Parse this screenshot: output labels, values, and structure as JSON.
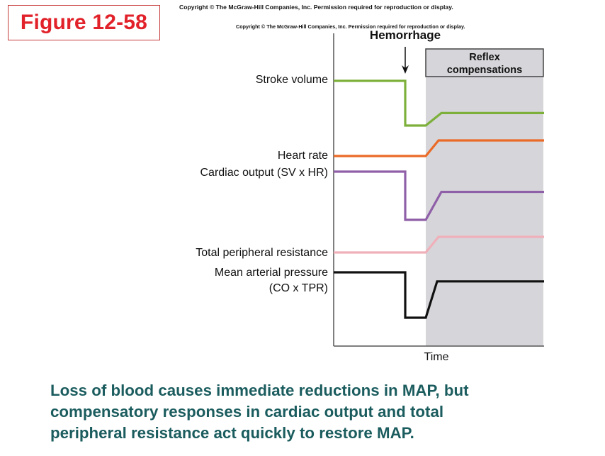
{
  "figure_label": "Figure 12-58",
  "copyright_top": "Copyright © The McGraw-Hill Companies, Inc. Permission required for reproduction or display.",
  "copyright_inner": "Copyright © The McGraw-Hill Companies, Inc. Permission required for reproduction or display.",
  "caption": [
    "Loss of blood causes immediate reductions in MAP, but",
    "compensatory responses in cardiac output and total",
    "peripheral resistance act quickly to restore MAP."
  ],
  "colors": {
    "figure_label": "#e2222a",
    "caption": "#1b5c5e",
    "compensation_shade": "#d6d6da"
  },
  "chart_data": {
    "type": "line",
    "xlabel": "Time",
    "events": [
      {
        "label": "Hemorrhage",
        "type": "arrow"
      },
      {
        "label": "Reflex compensations",
        "type": "shaded-region"
      }
    ],
    "series": [
      {
        "name": "Stroke volume",
        "color": "#7db03b",
        "phases": {
          "before": 1.0,
          "hemorrhage": 0.0,
          "compensated": 0.28
        }
      },
      {
        "name": "Heart rate",
        "color": "#ea6a27",
        "phases": {
          "before": 0.0,
          "hemorrhage": 0.0,
          "compensated": 1.0
        }
      },
      {
        "name": "Cardiac output (SV x HR)",
        "color": "#8f5fa8",
        "phases": {
          "before": 1.0,
          "hemorrhage": 0.0,
          "compensated": 0.58
        }
      },
      {
        "name": "Total peripheral resistance",
        "color": "#efb0ba",
        "phases": {
          "before": 0.0,
          "hemorrhage": 0.0,
          "compensated": 1.0
        }
      },
      {
        "name": "Mean arterial pressure\n(CO x TPR)",
        "color": "#111111",
        "phases": {
          "before": 1.0,
          "hemorrhage": 0.0,
          "compensated": 0.8
        }
      }
    ]
  }
}
